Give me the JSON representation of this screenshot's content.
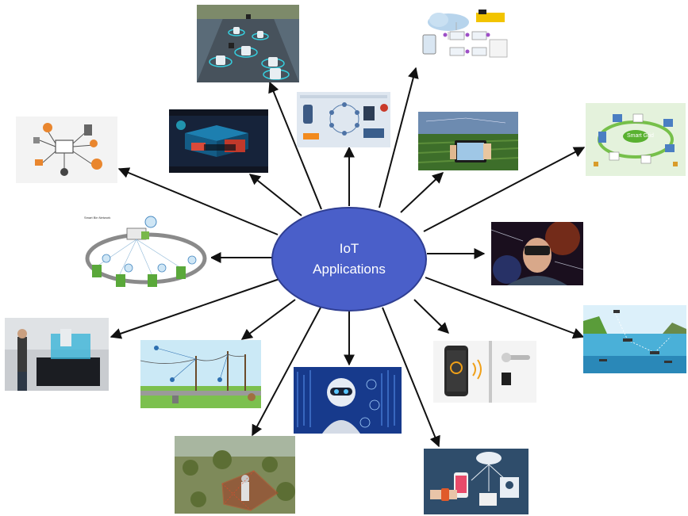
{
  "center": {
    "line1": "IoT",
    "line2": "Applications"
  },
  "thumbnails": {
    "smart_waste_caption": "Smart Bin Network",
    "smart_grid_caption": "Smart Grid"
  },
  "colors": {
    "hub": "#4a5fc9",
    "arrow": "#111111"
  }
}
